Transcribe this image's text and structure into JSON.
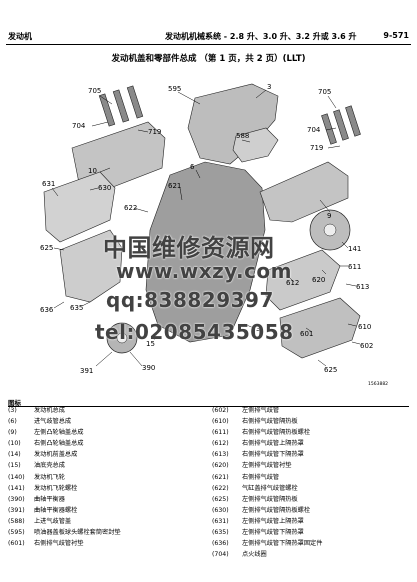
{
  "header": {
    "section": "发动机",
    "subtitle": "发动机机械系统 - 2.8 升、3.0 升、3.2 升或 3.6 升",
    "page_no": "9-571"
  },
  "title": "发动机盖和零部件总成 （第 1 页，共 2 页）(LLT)",
  "figure": {
    "callouts": [
      "705",
      "595",
      "3",
      "704",
      "719",
      "588",
      "705",
      "704",
      "719",
      "10",
      "631",
      "630",
      "6",
      "621",
      "622",
      "9",
      "625",
      "141",
      "611",
      "612",
      "613",
      "620",
      "636",
      "635",
      "610",
      "601",
      "602",
      "3",
      "15",
      "391",
      "390",
      "625"
    ],
    "figure_code": "1563882"
  },
  "watermark": {
    "line1": "中国维修资源网",
    "line2": "www.wxzy.com",
    "line3": "qq:838829397",
    "line4": "tel:02085435058"
  },
  "legend": {
    "title": "图标",
    "left": [
      {
        "num": "(3)",
        "text": "发动机总成"
      },
      {
        "num": "(6)",
        "text": "进气歧管总成"
      },
      {
        "num": "(9)",
        "text": "左侧凸轮轴盖总成"
      },
      {
        "num": "(10)",
        "text": "右侧凸轮轴盖总成"
      },
      {
        "num": "(14)",
        "text": "发动机前盖总成"
      },
      {
        "num": "(15)",
        "text": "油底壳总成"
      },
      {
        "num": "(140)",
        "text": "发动机飞轮"
      },
      {
        "num": "(141)",
        "text": "发动机飞轮螺栓"
      },
      {
        "num": "(390)",
        "text": "曲轴平衡器"
      },
      {
        "num": "(391)",
        "text": "曲轴平衡器螺栓"
      },
      {
        "num": "(588)",
        "text": "上进气歧管盖"
      },
      {
        "num": "(595)",
        "text": "喷油器盖板球头螺栓套筒密封垫"
      },
      {
        "num": "(601)",
        "text": "右侧排气歧管衬垫"
      }
    ],
    "right": [
      {
        "num": "(602)",
        "text": "左侧排气歧管"
      },
      {
        "num": "(610)",
        "text": "右侧排气歧管隔热板"
      },
      {
        "num": "(611)",
        "text": "右侧排气歧管隔热板螺栓"
      },
      {
        "num": "(612)",
        "text": "右侧排气歧管上隔热罩"
      },
      {
        "num": "(613)",
        "text": "右侧排气歧管下隔热罩"
      },
      {
        "num": "(620)",
        "text": "左侧排气歧管衬垫"
      },
      {
        "num": "(621)",
        "text": "右侧排气歧管"
      },
      {
        "num": "(622)",
        "text": "气缸盖排气歧管螺栓"
      },
      {
        "num": "(625)",
        "text": "左侧排气歧管隔热板"
      },
      {
        "num": "(630)",
        "text": "左侧排气歧管隔热板螺栓"
      },
      {
        "num": "(631)",
        "text": "左侧排气歧管上隔热罩"
      },
      {
        "num": "(635)",
        "text": "左侧排气歧管下隔热罩"
      },
      {
        "num": "(636)",
        "text": "左侧排气歧管下隔热罩固定件"
      },
      {
        "num": "(704)",
        "text": "点火线圈"
      }
    ]
  }
}
